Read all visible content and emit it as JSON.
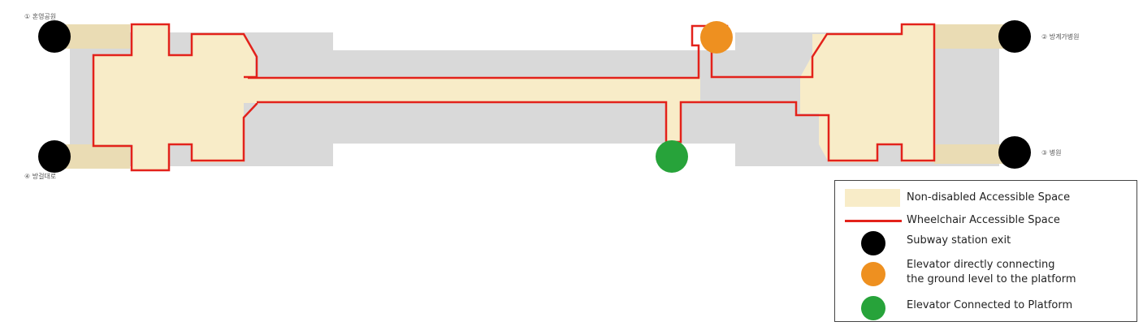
{
  "colors": {
    "accessible_fill": "#f8ecc8",
    "wheelchair_line": "#e3221b",
    "exit_dot": "#000000",
    "elevator_ground": "#ee9020",
    "elevator_platform": "#27a33a",
    "structure_gray": "#d7d7d7"
  },
  "exit_labels": {
    "exit1": "① 혼영공원",
    "exit2": "② 방계가병원",
    "exit3": "③ 병원",
    "exit4": "④ 방걸대로"
  },
  "markers": [
    {
      "name": "exit-marker-1",
      "type": "exit"
    },
    {
      "name": "exit-marker-2",
      "type": "exit"
    },
    {
      "name": "exit-marker-3",
      "type": "exit"
    },
    {
      "name": "exit-marker-4",
      "type": "exit"
    },
    {
      "name": "elevator-ground-marker",
      "type": "elevator_ground"
    },
    {
      "name": "elevator-platform-marker",
      "type": "elevator_platform"
    }
  ],
  "legend": {
    "items": [
      {
        "key": "accessible_fill",
        "label": "Non-disabled Accessible Space"
      },
      {
        "key": "wheelchair_line",
        "label": "Wheelchair Accessible Space"
      },
      {
        "key": "exit_dot",
        "label": "Subway station exit"
      },
      {
        "key": "elevator_ground",
        "label": "Elevator directly connecting\nthe ground level to the platform"
      },
      {
        "key": "elevator_platform",
        "label": "Elevator Connected to Platform"
      }
    ]
  }
}
